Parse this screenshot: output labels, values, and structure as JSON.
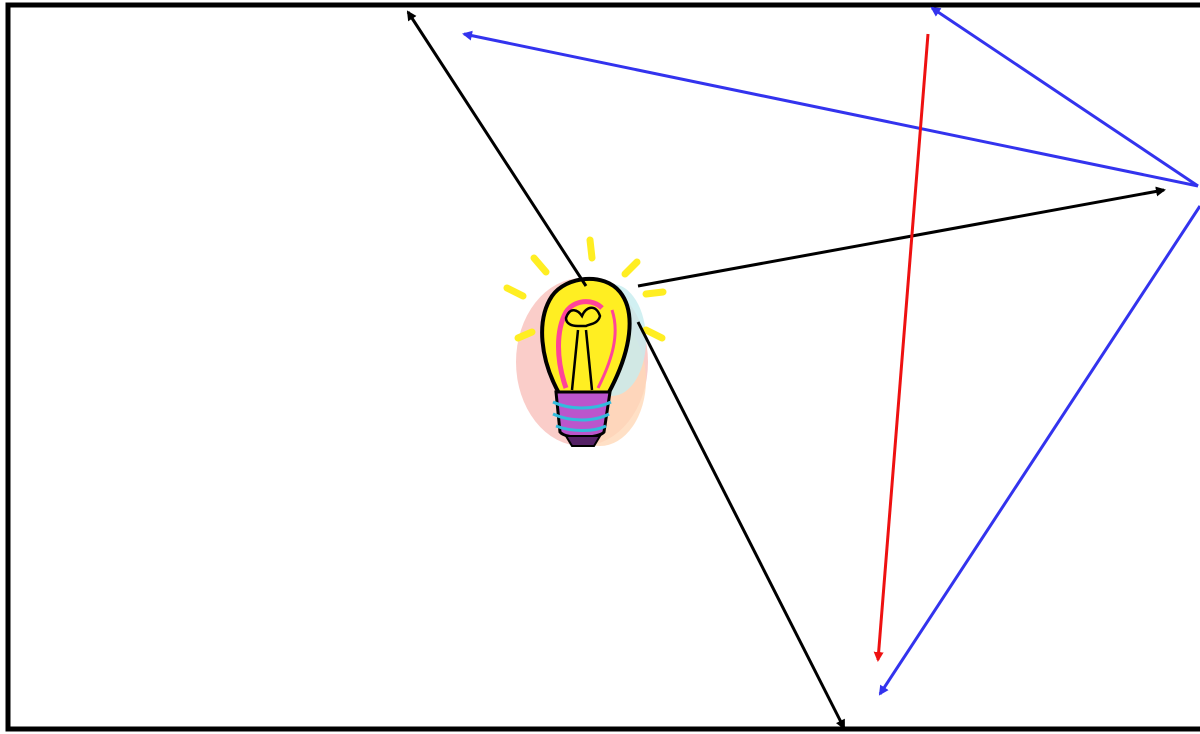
{
  "diagram": {
    "colors": {
      "frame": "#000000",
      "arrow_black": "#000000",
      "arrow_blue": "#3333ee",
      "arrow_red": "#ee1111",
      "bulb_glass": "#ffee22",
      "bulb_rays": "#ffee22",
      "bulb_base": "#9933aa"
    },
    "elements": {
      "frame": "rectangular-frame",
      "lightbulb": "lightbulb-icon",
      "arrows": [
        "black-arrows",
        "blue-arrows",
        "red-arrow"
      ]
    }
  }
}
